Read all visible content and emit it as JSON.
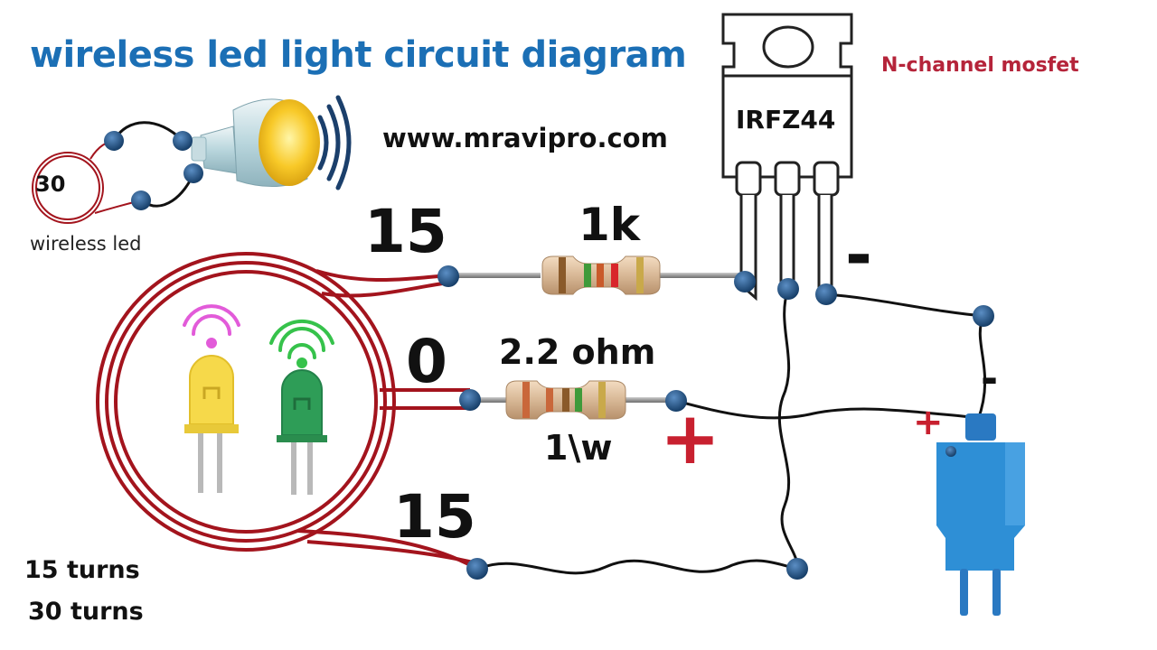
{
  "title": "wireless led light circuit diagram",
  "website": "www.mravipro.com",
  "component_type": "N-channel mosfet",
  "mosfet_part": "IRFZ44",
  "small_coil_turns": "30",
  "small_coil_caption": "wireless led",
  "tap_top": "15",
  "tap_center": "0",
  "tap_bottom": "15",
  "resistor_gate": "1k",
  "resistor_power": "2.2 ohm",
  "resistor_power_rating": "1\\w",
  "plus_sign": "+",
  "minus_sign": "-",
  "coil_turns_1": "15 turns",
  "coil_turns_2": "30 turns",
  "colors": {
    "title": "#1b6fb5",
    "mosfet_label": "#b5243a",
    "coil_wire": "#a3141d",
    "node": "#1d4f82",
    "plus": "#c8202f",
    "adapter": "#2e8fd6",
    "led_yellow": "#f6d94a",
    "led_green": "#2e9d57"
  },
  "icons": [
    "led-bulb-icon",
    "wifi-signal-icon",
    "power-adapter-icon",
    "mosfet-icon",
    "resistor-icon",
    "led-icon"
  ]
}
